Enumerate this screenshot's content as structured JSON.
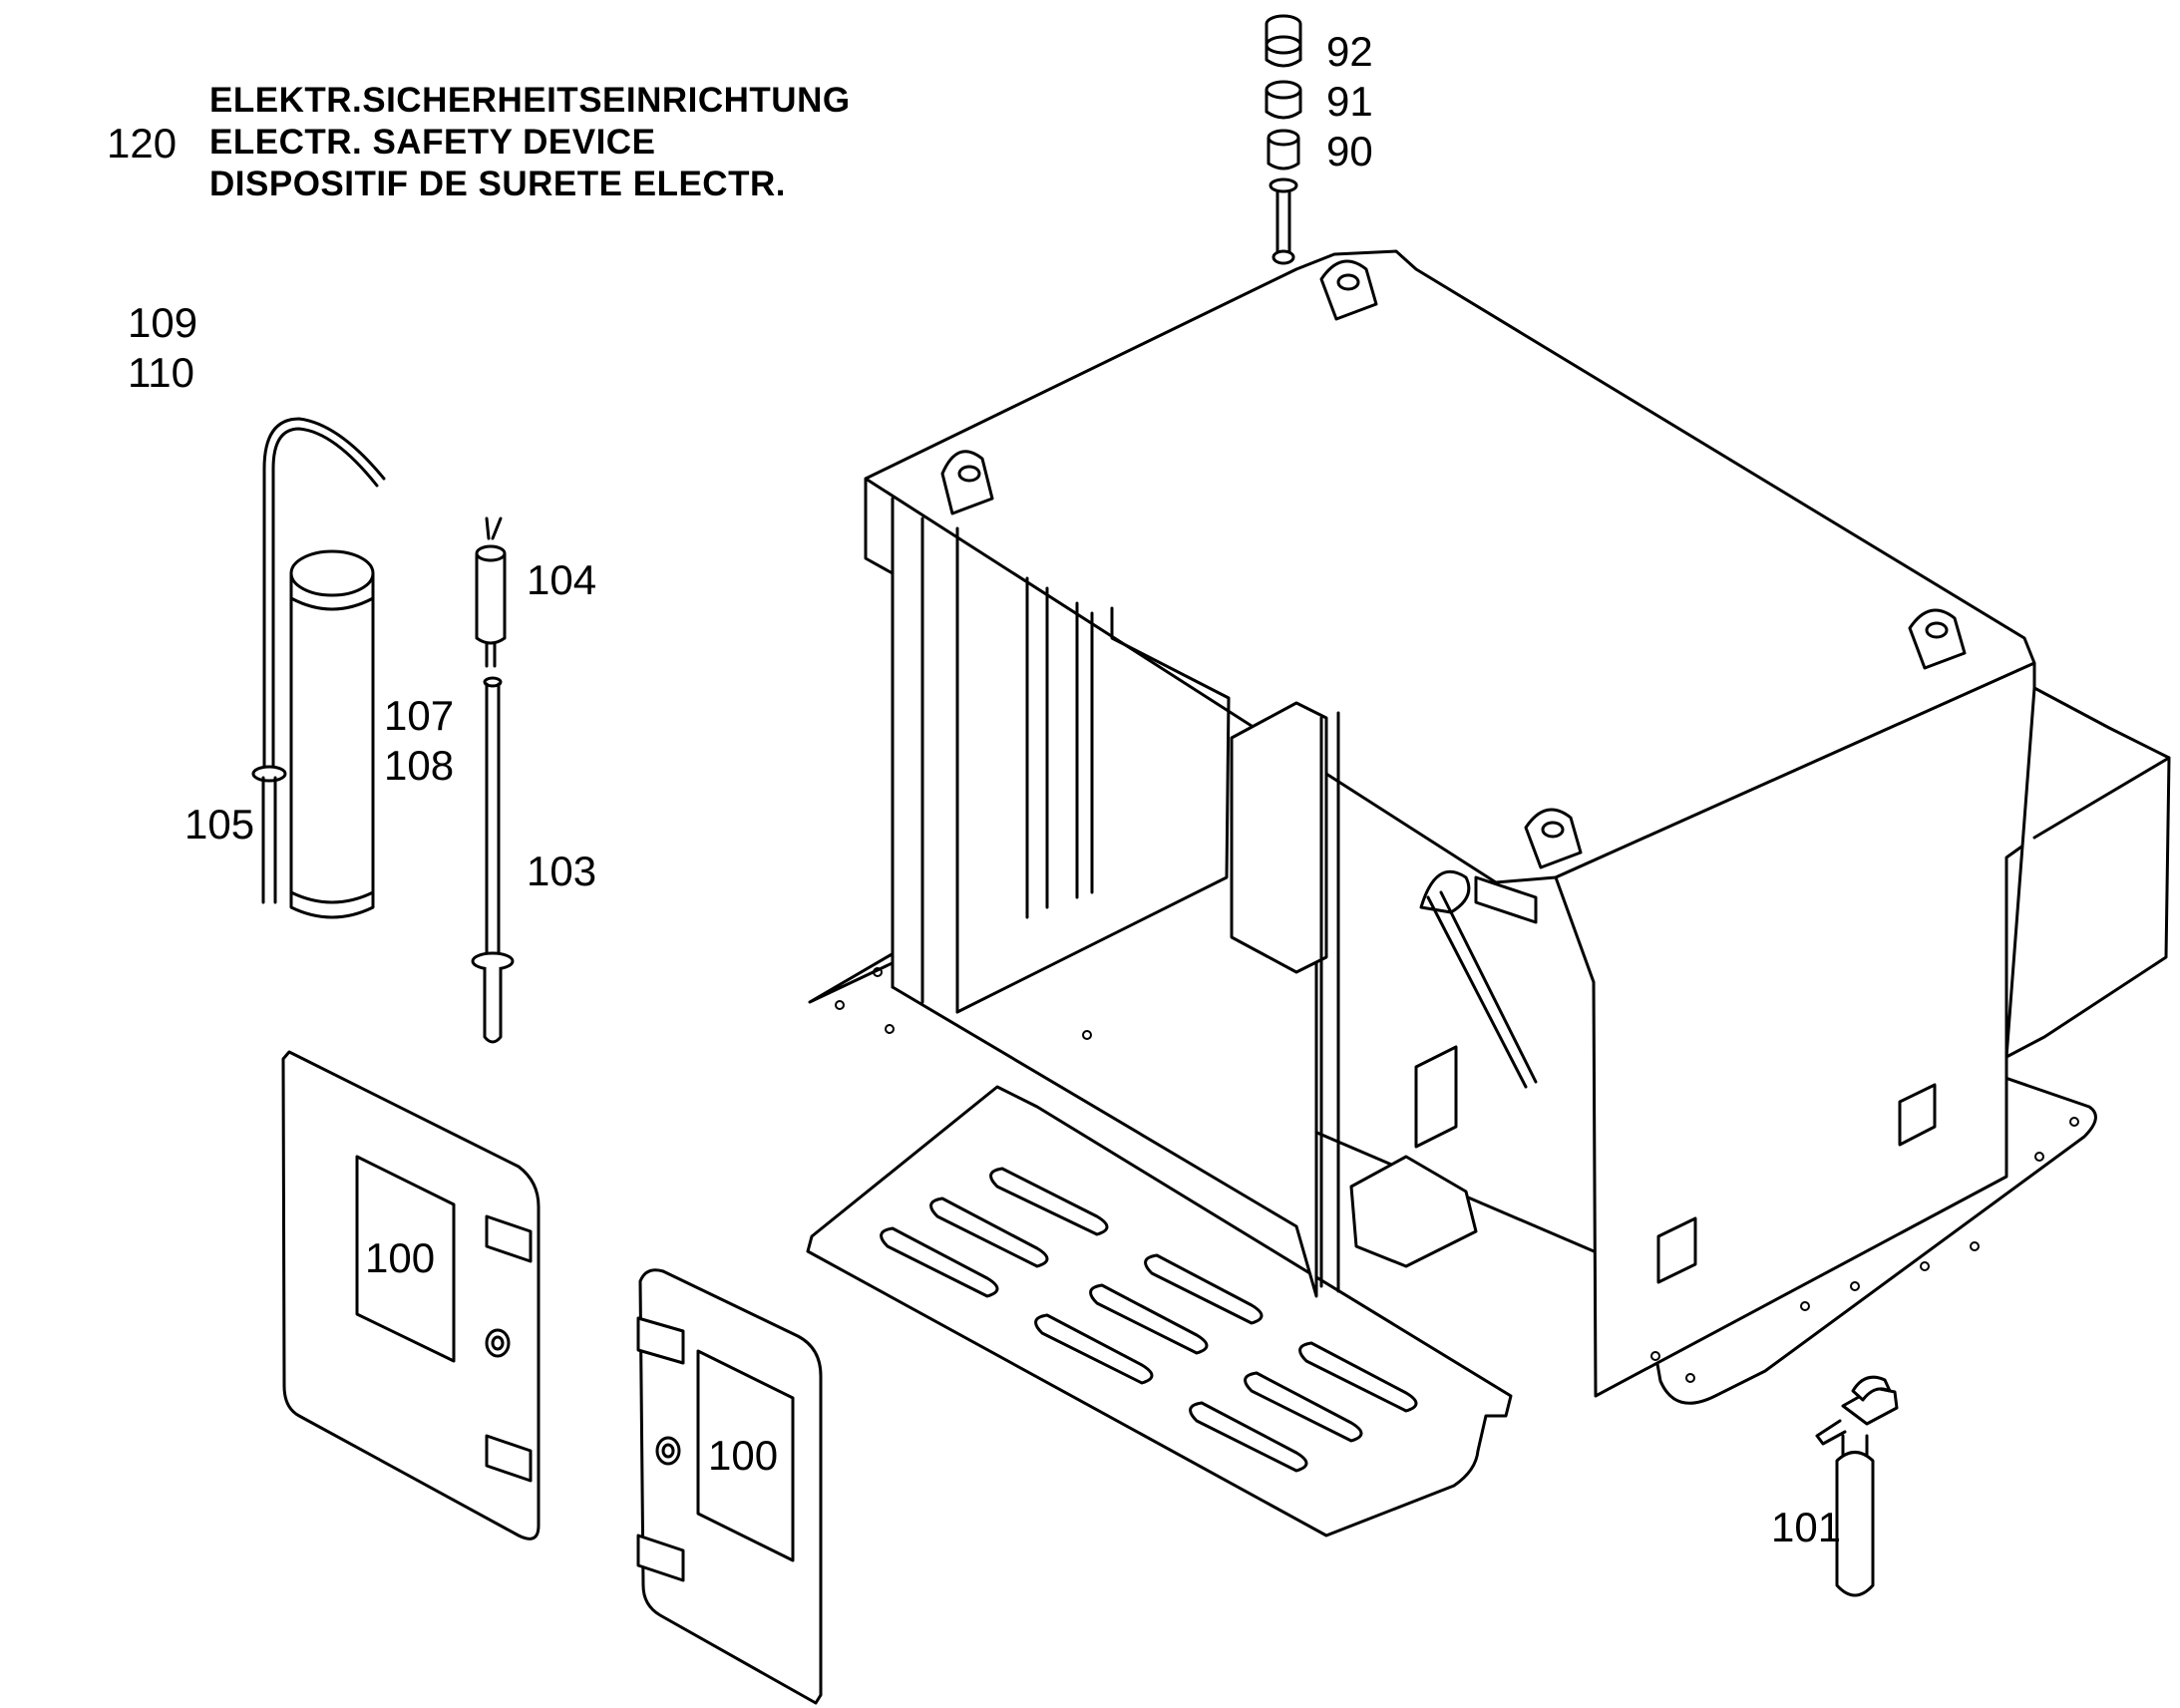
{
  "title": {
    "number": "120",
    "line_de": "ELEKTR.SICHERHEITSEINRICHTUNG",
    "line_en": "ELECTR. SAFETY DEVICE",
    "line_fr": "DISPOSITIF DE SURETE ELECTR."
  },
  "callouts": {
    "c92": "92",
    "c91": "91",
    "c90": "90",
    "c109": "109",
    "c110": "110",
    "c104": "104",
    "c107": "107",
    "c108": "108",
    "c105": "105",
    "c103": "103",
    "c100a": "100",
    "c100b": "100",
    "c101": "101"
  },
  "colors": {
    "line": "#000000",
    "background": "#ffffff"
  }
}
